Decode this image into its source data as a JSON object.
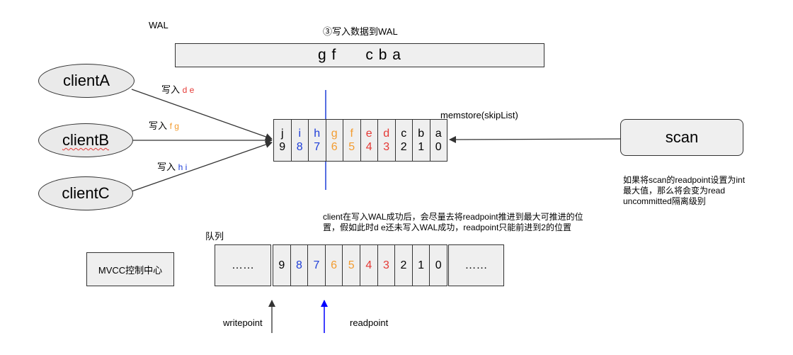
{
  "wal": {
    "label": "WAL",
    "step": "③写入数据到WAL",
    "contents": "g f      c b a"
  },
  "clients": [
    {
      "name": "clientA",
      "write_prefix": "写入",
      "write_keys": "d e",
      "color": "#e53935"
    },
    {
      "name": "clientB",
      "write_prefix": "写入",
      "write_keys": "f g",
      "color": "#f39c30"
    },
    {
      "name": "clientC",
      "write_prefix": "写入",
      "write_keys": "h i",
      "color": "#1e3ed8"
    }
  ],
  "memstore": {
    "label": "memstore(skipList)",
    "cells": [
      {
        "key": "j",
        "seq": "9",
        "color": "#000000"
      },
      {
        "key": "i",
        "seq": "8",
        "color": "#1e3ed8"
      },
      {
        "key": "h",
        "seq": "7",
        "color": "#1e3ed8"
      },
      {
        "key": "g",
        "seq": "6",
        "color": "#f39c30"
      },
      {
        "key": "f",
        "seq": "5",
        "color": "#f39c30"
      },
      {
        "key": "e",
        "seq": "4",
        "color": "#e53935"
      },
      {
        "key": "d",
        "seq": "3",
        "color": "#e53935"
      },
      {
        "key": "c",
        "seq": "2",
        "color": "#000000"
      },
      {
        "key": "b",
        "seq": "1",
        "color": "#000000"
      },
      {
        "key": "a",
        "seq": "0",
        "color": "#000000"
      }
    ]
  },
  "scan": {
    "label": "scan",
    "note": "如果将scan的readpoint设置为int最大值，那么将会变为read uncommitted隔离级别"
  },
  "queue": {
    "label": "队列",
    "note": "client在写入WAL成功后，会尽量去将readpoint推进到最大可推进的位置，假如此时d e还未写入WAL成功，readpoint只能前进到2的位置",
    "ellipsis_left": "……",
    "ellipsis_right": "……",
    "cells": [
      {
        "value": "9",
        "color": "#000000"
      },
      {
        "value": "8",
        "color": "#1e3ed8"
      },
      {
        "value": "7",
        "color": "#1e3ed8"
      },
      {
        "value": "6",
        "color": "#f39c30"
      },
      {
        "value": "5",
        "color": "#f39c30"
      },
      {
        "value": "4",
        "color": "#e53935"
      },
      {
        "value": "3",
        "color": "#e53935"
      },
      {
        "value": "2",
        "color": "#000000"
      },
      {
        "value": "1",
        "color": "#000000"
      },
      {
        "value": "0",
        "color": "#000000"
      }
    ]
  },
  "mvcc": {
    "label": "MVCC控制中心"
  },
  "pointers": {
    "writepoint": "writepoint",
    "readpoint": "readpoint"
  },
  "colors": {
    "red": "#e53935",
    "orange": "#f39c30",
    "blue": "#1e3ed8",
    "box_fill": "#efefef",
    "ellipse_fill": "#eaeaea",
    "stroke": "#333333"
  }
}
